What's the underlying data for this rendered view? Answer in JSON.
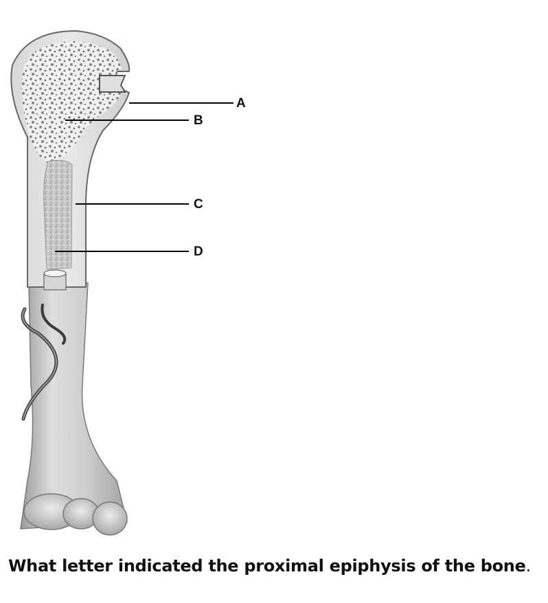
{
  "diagram": {
    "labels": {
      "a": "A",
      "b": "B",
      "c": "C",
      "d": "D"
    }
  },
  "question": {
    "text": "What letter indicated the proximal epiphysis of the bone",
    "end": "."
  }
}
